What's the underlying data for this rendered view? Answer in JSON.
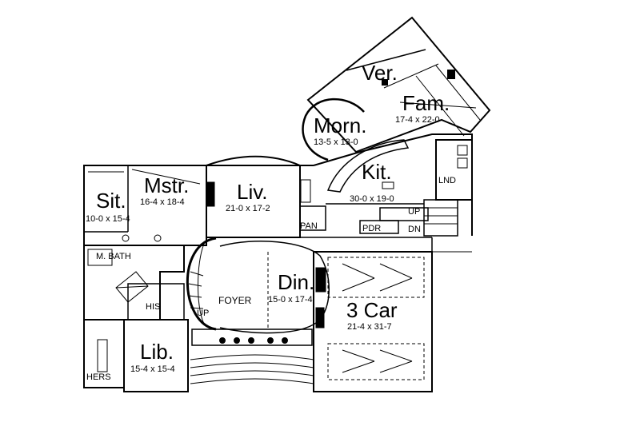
{
  "rooms": {
    "veranda": {
      "name": "Ver."
    },
    "family": {
      "name": "Fam.",
      "size": "17-4 x 22-0"
    },
    "morning": {
      "name": "Morn.",
      "size": "13-5 x 13-0"
    },
    "kitchen": {
      "name": "Kit.",
      "size": "30-0 x 19-0"
    },
    "laundry": {
      "name": "LND"
    },
    "master": {
      "name": "Mstr.",
      "size": "16-4 x 18-4"
    },
    "sitting": {
      "name": "Sit.",
      "size": "10-0 x 15-4"
    },
    "living": {
      "name": "Liv.",
      "size": "21-0 x 17-2"
    },
    "pantry": {
      "name": "PAN"
    },
    "powder": {
      "name": "PDR"
    },
    "master_bath": {
      "name": "M. BATH"
    },
    "his_closet": {
      "name": "HIS"
    },
    "hers_closet": {
      "name": "HERS"
    },
    "foyer": {
      "name": "FOYER"
    },
    "dining": {
      "name": "Din.",
      "size": "15-0 x 17-4"
    },
    "garage": {
      "name": "3 Car",
      "size": "21-4 x 31-7"
    },
    "library": {
      "name": "Lib.",
      "size": "15-4 x 15-4"
    }
  },
  "stairs": {
    "foyer_up": "UP",
    "kitchen_up": "UP",
    "kitchen_down": "DN"
  },
  "colors": {
    "line": "#000000",
    "background": "#ffffff"
  }
}
